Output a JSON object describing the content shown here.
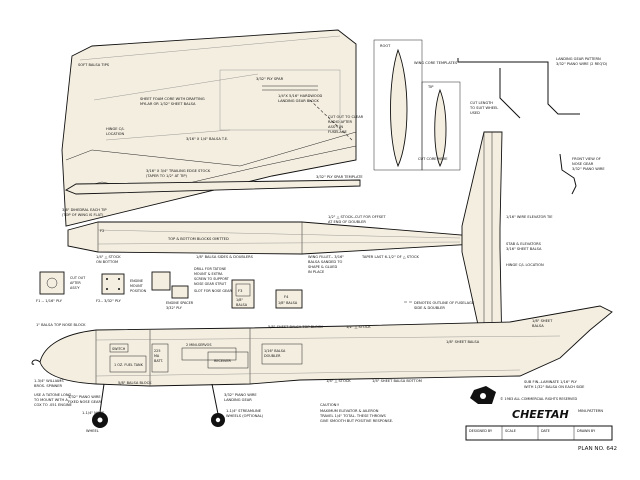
{
  "title": {
    "name": "CHEETAH",
    "subtitle": "MINI-PATTERN",
    "plan_no": "PLAN NO. 642",
    "copyright": "© 1983 ALL COMMERCIAL RIGHTS RESERVED"
  },
  "caution": {
    "heading": "CAUTION!!",
    "line1": "MAXIMUM ELEVATOR & AILERON",
    "line2": "TRAVEL 1/4\" TOTAL. THESE THROWS",
    "line3": "GIVE SMOOTH BUT POSITIVE RESPONSE."
  },
  "title_block": {
    "col1": "DESIGNED BY",
    "col2": "SCALE",
    "col3": "DATE",
    "col4": "DRAWN BY"
  },
  "wing": {
    "soft_tips": "SOFT BALSA TIPS",
    "ply_spar": "3/32\" PLY SPAR",
    "core_line1": "SHEET FOAM CORE WITH DRAFTING",
    "core_line2": "MYLAR OR 1/32\" SHEET BALSA",
    "gear_block1": "1/4\"X 5/16\" HARDWOOD",
    "gear_block2": "LANDING GEAR BLOCK",
    "cutout1": "CUT OUT TO CLEAR",
    "cutout2": "RADIO AFTER",
    "cutout3": "ASS'Y IN",
    "cutout4": "FUSELAGE",
    "hinge": "HINGE C/L",
    "hinge2": "LOCATION",
    "te": "3/16\" X 1/4\" BALSA T.E.",
    "te_stock1": "3/16\" X 3/4\" TRAILING EDGE STOCK",
    "te_stock2": "(TAPER TO 1/2\" AT TIP)",
    "spar_template": "3/32\" PLY SPAR TEMPLATE",
    "dihedral1": "3/8\" DIHEDRAL EACH TIP",
    "dihedral2": "(TOP OF WING IS FLAT)"
  },
  "templates": {
    "root": "ROOT",
    "tip": "TIP",
    "heading": "WING CORE TEMPLATES",
    "cut_core": "CUT CORE HERE"
  },
  "landing_gear": {
    "pattern1": "LANDING GEAR PATTERN",
    "pattern2": "3/32\" PIANO WIRE (2 REQ'D)",
    "cut1": "CUT LENGTH",
    "cut2": "TO SUIT WHEEL",
    "cut3": "USED"
  },
  "nose_gear_view": {
    "line1": "FRONT VIEW OF",
    "line2": "NOSE GEAR",
    "line3": "3/32\" PIANO WIRE"
  },
  "top_view": {
    "stock_cutout1": "1/2\" △ STOCK--CUT FOR OFFSET",
    "stock_cutout2": "AT END OF DOUBLER",
    "blocks_omitted": "TOP & BOTTOM BLOCKS OMITTED",
    "sides_doublers": "1/8\" BALSA SIDES & DOUBLERS",
    "stock_bottom1": "1/4\" △ STOCK",
    "stock_bottom2": "ON BOTTOM",
    "fillet1": "WING FILLET-- 3/16\"",
    "fillet2": "BALSA SANDED TO",
    "fillet3": "SHAPE & GLUED",
    "fillet4": "IN PLACE",
    "taper": "TAPER LAST 6-1/2\" OF △ STOCK",
    "elevator_tie": "1/16\" WIRE ELEVATOR TIE",
    "stab1": "STAB & ELEVATORS",
    "stab2": "3/16\" SHEET BALSA",
    "hinge_cl": "HINGE C/L LOCATION",
    "f2": "F2"
  },
  "formers": {
    "cutout1": "CUT OUT",
    "cutout2": "AFTER",
    "cutout3": "ASS'Y",
    "f1": "F1 -- 1/16\" PLY",
    "f2": "F2-- 3/32\" PLY",
    "drill1": "DRILL FOR TATONE",
    "drill2": "MOUNT & EXTRA",
    "drill3": "SCREW TO SUPPORT",
    "drill4": "NOSE GEAR STRUT",
    "engine1": "ENGINE",
    "engine2": "MOUNT",
    "engine3": "POSITION",
    "slot": "SLOT FOR NOSE GEAR",
    "spacer1": "ENGINE SPACER",
    "spacer2": "3/32\" PLY",
    "f3": "F3",
    "f3_mat1": "1/8\"",
    "f3_mat2": "BALSA",
    "f4": "F4",
    "f4_mat": "1/8\" BALSA",
    "outline1": "DENOTES OUTLINE OF FUSELAGE",
    "outline2": "SIDE & DOUBLER"
  },
  "side_view": {
    "nose_block": "1\" BALSA TOP NOSE BLOCK",
    "switch": "SWITCH",
    "fuel_tank": "1 OZ. FUEL TANK",
    "batt1": "225",
    "batt2": "MA",
    "batt3": "BATT.",
    "mini_servos": "2 MINI-SERVOS",
    "receiver": "RECEIVER",
    "tail_block": "5/8\" SHEET BALSA TOP BLOCK",
    "stock_half": "1/2\" △ STOCK",
    "doubler1": "1/16\" BALSA",
    "doubler2": "DOUBLER",
    "spinner1": "1-3/4\" WILLIAMS",
    "spinner2": "BROS. SPINNER",
    "tatone1": "USE A TATONE LONG",
    "tatone2": "TO MOUNT WITH A",
    "tatone3": "COX TO .051 ENGINE",
    "balsa_block": "5/8\" BALSA BLOCK",
    "nose_wire1": "3/32\" PIANO WIRE",
    "nose_wire2": "FIXED NOSE GEAR",
    "main_wire1": "3/32\" PIANO WIRE",
    "main_wire2": "LANDING GEAR",
    "nose_wheel1": "1-1/4\" NOSE",
    "nose_wheel2": "WHEEL",
    "streamline1": "1-1/4\" STREAMLINE",
    "streamline2": "WHEELS (OPTIONAL)",
    "stock_quarter": "1/4\" △ STOCK",
    "bottom_sheet": "1/4\" SHEET BALSA BOTTOM",
    "eighth_sheet": "1/8\" SHEET BALSA",
    "fin1": "1/8\" SHEET",
    "fin2": "BALSA",
    "subfin1": "SUB FIN--LAMINATE 1/16\" PLY",
    "subfin2": "WITH 1/32\" BALSA ON EACH SIDE"
  }
}
